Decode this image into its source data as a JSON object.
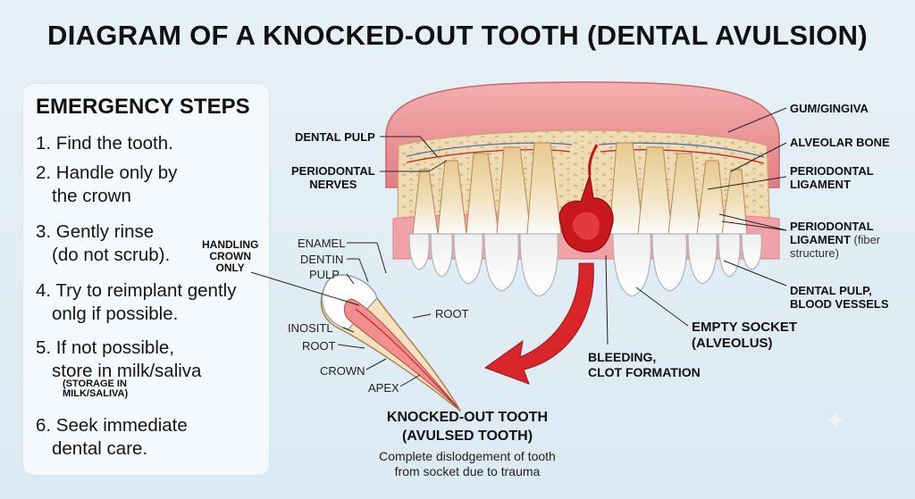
{
  "title": "DIAGRAM OF A KNOCKED-OUT TOOTH (DENTAL AVULSION)",
  "emergency": {
    "heading": "EMERGENCY STEPS",
    "steps": [
      {
        "line1": "1. Find the tooth.",
        "line2": ""
      },
      {
        "line1": "2. Handle only by",
        "line2": "the crown"
      },
      {
        "line1": "3. Gently rinse",
        "line2": "(do not scrub)."
      },
      {
        "line1": "4. Try to reimplant gently",
        "line2": "onlg if possible."
      },
      {
        "line1": "5. If not possible,",
        "line2": "store in milk/saliva"
      },
      {
        "line1": "6. Seek immediate",
        "line2": "dental care."
      }
    ],
    "storage_note_1": "(STORAGE IN",
    "storage_note_2": "MILK/SALIVA)"
  },
  "tooth_labels": {
    "handling_1": "HANDLING",
    "handling_2": "CROWN",
    "handling_3": "ONLY",
    "enamel": "ENAMEL",
    "dentin": "DENTIN",
    "pulp": "PULP",
    "root_top": "ROOT",
    "inositl": "INOSITL",
    "root": "ROOT",
    "crown": "CROWN",
    "apex": "APEX"
  },
  "jaw_labels": {
    "dental_pulp": "DENTAL PULP",
    "periodontal_nerves_1": "PERIODONTAL",
    "periodontal_nerves_2": "NERVES",
    "gum": "GUM/GINGIVA",
    "alveolar_bone": "ALVEOLAR BONE",
    "periodontal_ligament_1": "PERIODONTAL",
    "periodontal_ligament_2": "LIGAMENT",
    "periodontal_fiber_1": "PERIODONTAL",
    "periodontal_fiber_2": "LIGAMENT",
    "periodontal_fiber_3": "(fiber",
    "periodontal_fiber_4": "structure)",
    "pulp_vessels_1": "DENTAL PULP,",
    "pulp_vessels_2": "BLOOD VESSELS",
    "empty_socket_1": "EMPTY SOCKET",
    "empty_socket_2": "(ALVEOLUS)",
    "bleeding_1": "BLEEDING,",
    "bleeding_2": "CLOT FORMATION"
  },
  "caption": {
    "title_1": "KNOCKED-OUT TOOTH",
    "title_2": "(AVULSED TOOTH)",
    "sub_1": "Complete dislodgement of tooth",
    "sub_2": "from socket due to trauma"
  },
  "colors": {
    "gum": "#e78b8e",
    "bone": "#f0dcb4",
    "enamel": "#fafafa",
    "blood": "#d0181c",
    "arrow": "#d8262a"
  }
}
